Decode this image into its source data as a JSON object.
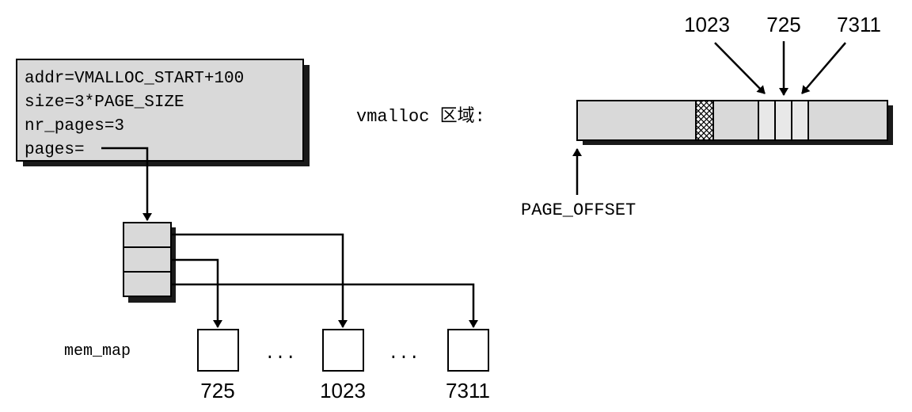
{
  "vm_struct": {
    "lines": [
      "addr=VMALLOC_START+100",
      "size=3*PAGE_SIZE",
      "nr_pages=3",
      "pages="
    ]
  },
  "vmalloc_label": "vmalloc 区域:",
  "page_offset_label": "PAGE_OFFSET",
  "region_page_labels": [
    "1023",
    "725",
    "7311"
  ],
  "mem_map_label": "mem_map",
  "mem_map_pages": [
    "725",
    "1023",
    "7311"
  ],
  "ellipsis": "...",
  "colors": {
    "box_fill": "#d9d9d9",
    "shadow": "#1a1a1a",
    "stroke": "#000000"
  }
}
